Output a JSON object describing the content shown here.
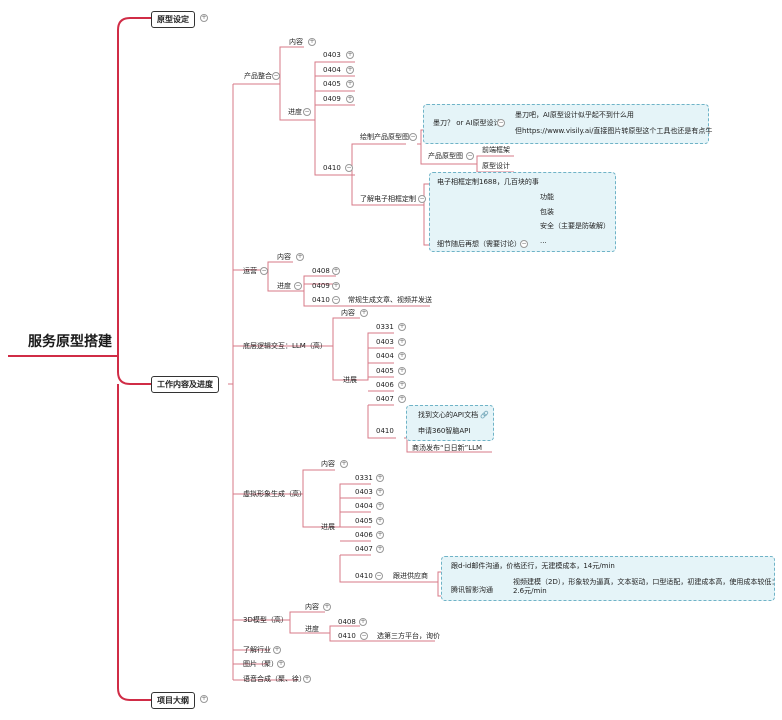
{
  "colors": {
    "trunk": "#d02c46",
    "branch": "#d77a87",
    "box_fill": "#e5f4f8",
    "box_border": "#6fb3c7"
  },
  "root": "服务原型搭建",
  "sections": {
    "prototype": "原型设定",
    "work": "工作内容及进度",
    "outline": "项目大纲"
  },
  "product": {
    "label": "产品整合",
    "content": "内容",
    "progress": "进度",
    "dates": [
      "0403",
      "0404",
      "0405",
      "0409",
      "0410"
    ],
    "draw": {
      "label": "绘制产品原型图",
      "q": "墨刀？ or AI原型设计",
      "a1": "墨刀吧，AI原型设计似乎起不到什么用",
      "a2": "但https://www.visily.ai/直接图片转原型这个工具也还是有点牛",
      "proto": "产品原型图",
      "frame": "前端框架",
      "design": "原型设计"
    },
    "ecard": {
      "label": "了解电子相框定制",
      "custom": "电子相框定制1688，几百块的事",
      "detail": "细节随后再想（需要讨论）",
      "items": [
        "功能",
        "包装",
        "安全（主要是防破解）",
        "..."
      ]
    }
  },
  "ops": {
    "label": "运营",
    "content": "内容",
    "progress": "进度",
    "dates": [
      "0408",
      "0409",
      "0410"
    ],
    "note": "常规生成文章、视频并发送"
  },
  "llm": {
    "label": "底层逻辑交互：LLM（高）",
    "content": "内容",
    "progress": "进展",
    "dates": [
      "0331",
      "0403",
      "0404",
      "0405",
      "0406",
      "0407",
      "0410"
    ],
    "api1": "找到文心的API文档",
    "api2": "申请360智脑API",
    "release": "商汤发布“日日新”LLM"
  },
  "avatar": {
    "label": "虚拟形象生成（高）",
    "content": "内容",
    "progress": "进展",
    "dates": [
      "0331",
      "0403",
      "0404",
      "0405",
      "0406",
      "0407",
      "0410"
    ],
    "supplier": "跟进供应商",
    "did": "跟d-id邮件沟通，价格还行，无建模成本，14元/min",
    "tencent": "腾讯智影沟通",
    "tencent_note1": "视频建模（2D），形象较为逼真，文本驱动，口型适配，初建成本高，使用成本较低：",
    "tencent_note2": "2.6元/min"
  },
  "model3d": {
    "label": "3D模型（高）",
    "content": "内容",
    "progress": "进度",
    "dates": [
      "0408",
      "0410"
    ],
    "note": "选第三方平台，询价"
  },
  "industry": "了解行业",
  "image": "图片（聚）",
  "voice": "语音合成（聚、徐）"
}
